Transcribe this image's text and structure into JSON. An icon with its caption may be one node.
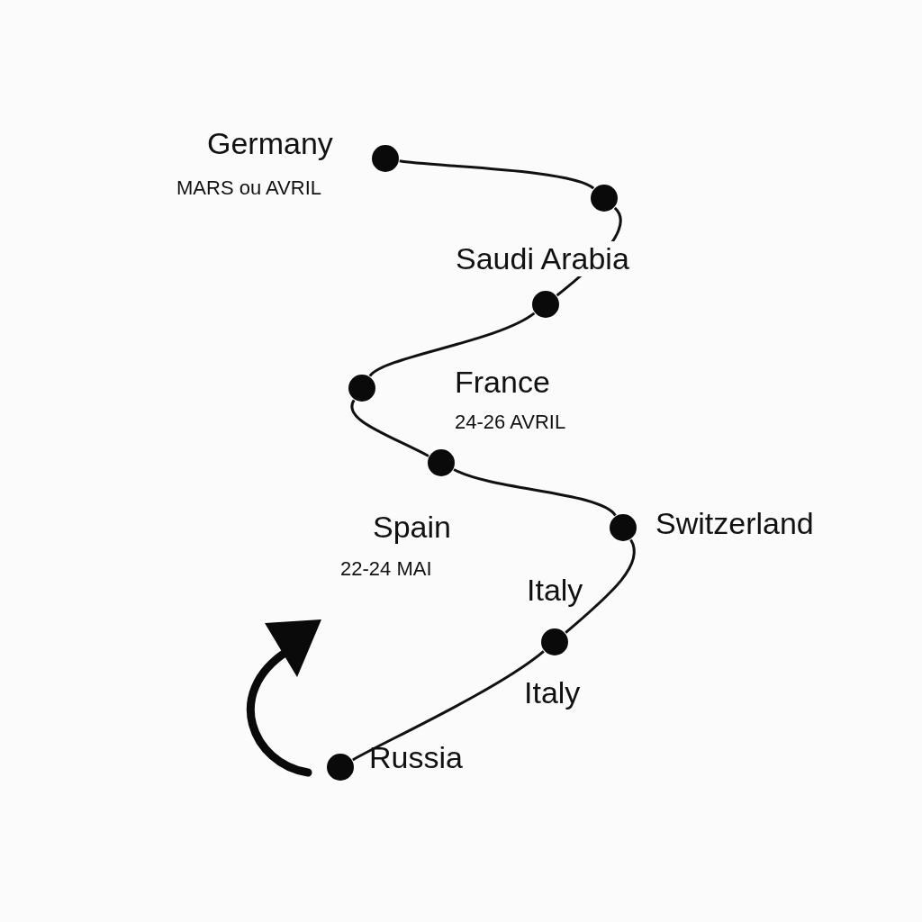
{
  "diagram": {
    "nodes": [
      {
        "text": [],
        "shape": "circle",
        "beside": [
          "Germany",
          "MARS ou AVRIL"
        ]
      },
      {
        "text": [],
        "shape": "circle"
      },
      {
        "text": [],
        "shape": "circle"
      },
      {
        "text": [],
        "shape": "circle"
      },
      {
        "text": [],
        "shape": "circle"
      },
      {
        "text": [],
        "shape": "circle",
        "beside": [
          "Switzerland"
        ]
      },
      {
        "text": [],
        "shape": "circle",
        "beside": [
          "Italy"
        ]
      },
      {
        "text": [],
        "shape": "circle",
        "beside": [
          "Russia"
        ]
      }
    ],
    "edges": [
      {
        "from": 0,
        "to": 1,
        "arrow": "none"
      },
      {
        "from": 1,
        "to": 2,
        "arrow": "none"
      },
      {
        "from": 2,
        "to": 3,
        "arrow": "none"
      },
      {
        "from": 3,
        "to": 4,
        "arrow": "none"
      },
      {
        "from": 4,
        "to": 5,
        "arrow": "none"
      },
      {
        "from": 5,
        "to": 6,
        "arrow": "none"
      },
      {
        "from": 6,
        "to": 7,
        "arrow": "none"
      }
    ],
    "labels": [
      "Saudi Arabia",
      "France",
      "24-26 AVRIL",
      "Spain",
      "22-24 MAI",
      "Italy"
    ]
  }
}
